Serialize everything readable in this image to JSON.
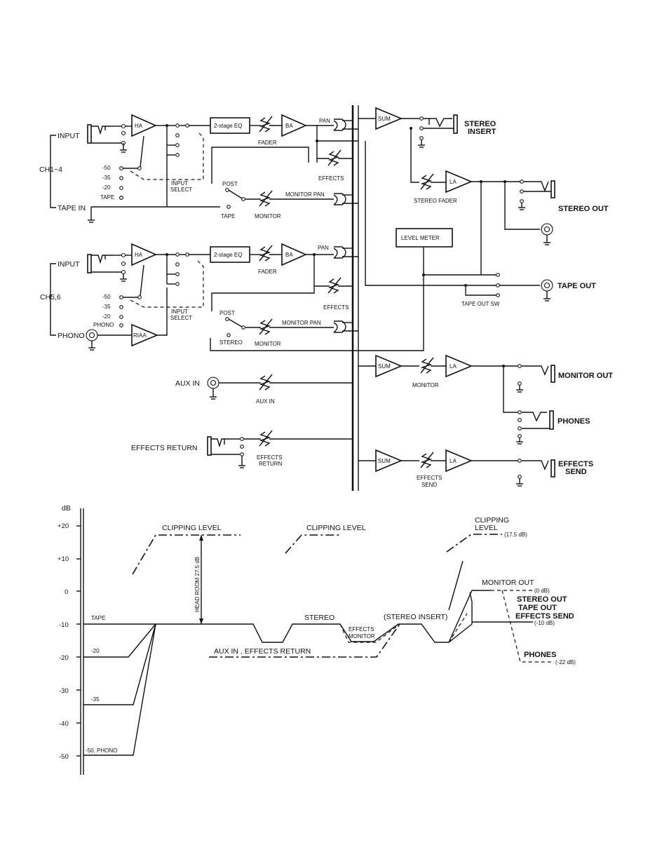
{
  "labels": {
    "input1": "INPUT",
    "ch14": "CH1~4",
    "tape_in": "TAPE IN",
    "sens_m50": "-50",
    "sens_m35": "-35",
    "sens_m20": "-20",
    "sens_tape": "TAPE",
    "ha1": "HA",
    "input_select1a": "INPUT",
    "input_select1b": "SELECT",
    "eq1": "2-stage EQ",
    "fader1": "FADER",
    "ba1": "BA",
    "pan1": "PAN",
    "effects1": "EFFECTS",
    "post1": "POST",
    "tape_sw": "TAPE",
    "monitor1": "MONITOR",
    "monitor_pan1": "MONITOR PAN",
    "sum_stereo": "SUM",
    "stereo_insert_a": "STEREO",
    "stereo_insert_b": "INSERT",
    "la_stereo": "LA",
    "stereo_fader": "STEREO FADER",
    "stereo_out": "STEREO OUT",
    "level_meter": "LEVEL METER",
    "tape_out": "TAPE OUT",
    "tape_out_sw": "TAPE OUT SW",
    "input2": "INPUT",
    "ch56": "CH5,6",
    "phono": "PHONO",
    "sens2_m50": "-50",
    "sens2_m35": "-35",
    "sens2_m20": "-20",
    "sens2_phono": "PHONO",
    "ha2": "HA",
    "riaa": "RIAA",
    "input_select2a": "INPUT",
    "input_select2b": "SELECT",
    "eq2": "2-stage EQ",
    "fader2": "FADER",
    "ba2": "BA",
    "pan2": "PAN",
    "effects2": "EFFECTS",
    "post2": "POST",
    "stereo_sw": "STEREO",
    "monitor2": "MONITOR",
    "monitor_pan2": "MONITOR PAN",
    "aux_in": "AUX IN",
    "aux_in_vr": "AUX IN",
    "sum_mon": "SUM",
    "monitor_vr": "MONITOR",
    "la_mon": "LA",
    "monitor_out": "MONITOR OUT",
    "phones": "PHONES",
    "effects_return": "EFFECTS RETURN",
    "effects_return_vr_a": "EFFECTS",
    "effects_return_vr_b": "RETURN",
    "sum_eff": "SUM",
    "effects_send_vr_a": "EFFECTS",
    "effects_send_vr_b": "SEND",
    "la_eff": "LA",
    "effects_send_a": "EFFECTS",
    "effects_send_b": "SEND"
  },
  "level_diagram": {
    "y_unit": "dB",
    "y_ticks": [
      "+20",
      "+10",
      "0",
      "-10",
      "-20",
      "-30",
      "-40",
      "-50"
    ],
    "clipping_level_1": "CLIPPING LEVEL",
    "clipping_level_2": "CLIPPING LEVEL",
    "clipping_level_3a": "CLIPPING",
    "clipping_level_3b": "LEVEL",
    "clip_value": "(17.5 dB)",
    "head_room": "HEAD ROOM 27.5 dB",
    "tape": "TAPE",
    "in_m20": "-20",
    "in_m35": "-35",
    "in_m50_phono": "-50, PHONO",
    "stereo": "STEREO",
    "stereo_insert": "(STEREO INSERT)",
    "effects_monitor_a": "EFFECTS",
    "effects_monitor_b": "MONITOR",
    "aux_effects_return": "AUX IN , EFFECTS RETURN",
    "monitor_out": "MONITOR OUT",
    "monitor_out_value": "(0 dB)",
    "stereo_out": "STEREO OUT",
    "tape_out": "TAPE OUT",
    "effects_send": "EFFECTS SEND",
    "outputs_value": "(-10 dB)",
    "phones": "PHONES",
    "phones_value": "(-22 dB)"
  }
}
